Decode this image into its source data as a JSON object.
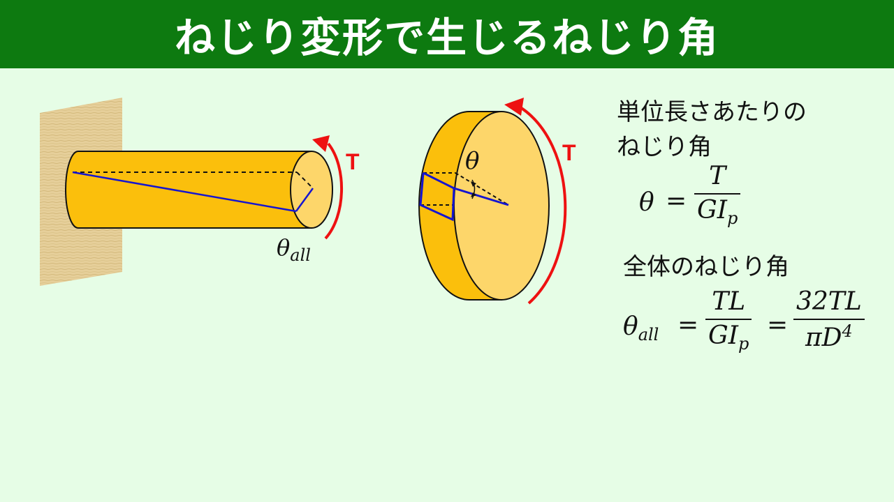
{
  "header": {
    "title": "ねじり変形で生じるねじり角"
  },
  "diagram": {
    "torque_label": "T",
    "theta_symbol": "θ",
    "theta_all_base": "θ",
    "theta_all_sub": "all",
    "colors": {
      "cylinder": "#fbbf0c",
      "disk_face": "#fdd66a",
      "twist_line": "#1515d0",
      "arrow": "#ee1111",
      "wall": "#e6cf9a"
    }
  },
  "text": {
    "unit_label_line1": "単位長さあたりの",
    "unit_label_line2": "ねじり角",
    "total_label": "全体のねじり角"
  },
  "eq1": {
    "lhs": "θ",
    "equals": "=",
    "num": "T",
    "den_base": "GI",
    "den_sub": "p"
  },
  "eq2": {
    "lhs_base": "θ",
    "lhs_sub": "all",
    "equals1": "=",
    "num1": "TL",
    "den1_base": "GI",
    "den1_sub": "p",
    "equals2": "=",
    "num2": "32TL",
    "den2_base": "πD",
    "den2_sup": "4"
  }
}
